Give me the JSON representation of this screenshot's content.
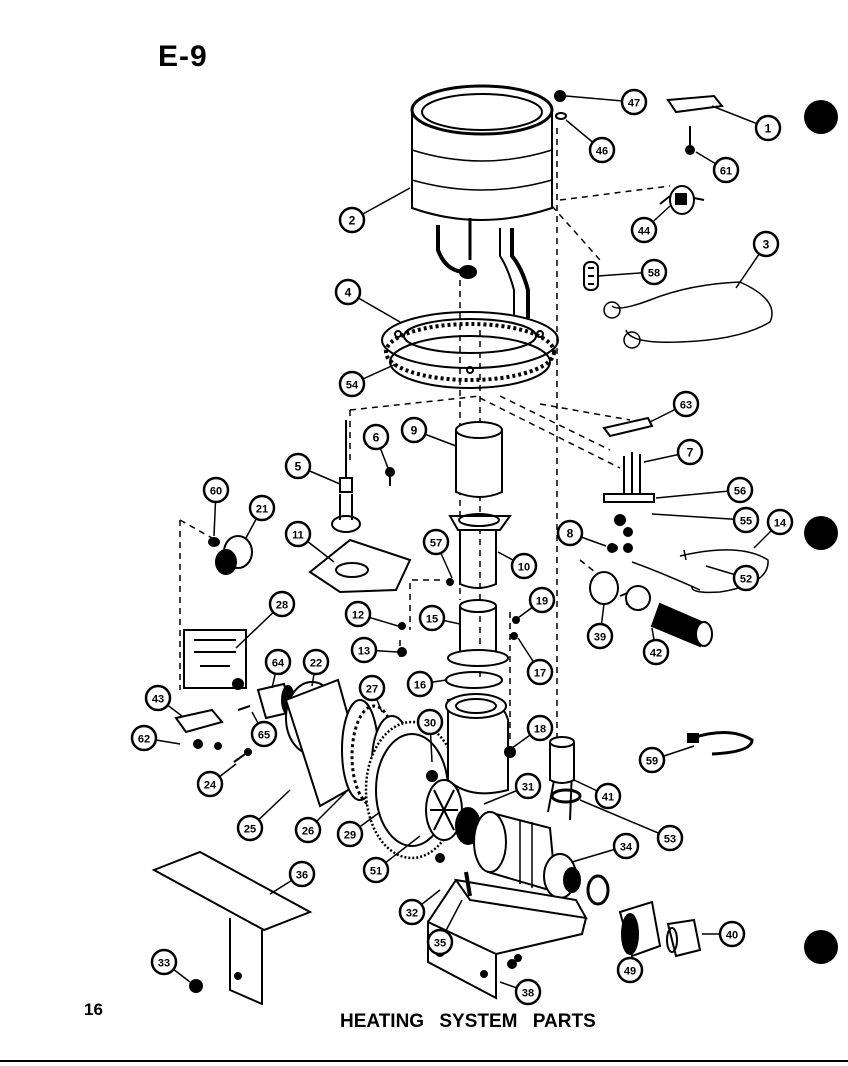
{
  "header": {
    "page_code": "E-9"
  },
  "footer": {
    "page_number": "16",
    "caption": "HEATING SYSTEM PARTS"
  },
  "callouts": [
    "1",
    "2",
    "3",
    "4",
    "5",
    "6",
    "7",
    "8",
    "9",
    "10",
    "11",
    "12",
    "13",
    "14",
    "15",
    "16",
    "17",
    "18",
    "19",
    "21",
    "22",
    "24",
    "25",
    "26",
    "27",
    "28",
    "29",
    "30",
    "31",
    "32",
    "33",
    "34",
    "35",
    "36",
    "38",
    "39",
    "40",
    "41",
    "42",
    "43",
    "44",
    "46",
    "47",
    "49",
    "51",
    "52",
    "53",
    "54",
    "55",
    "56",
    "57",
    "58",
    "59",
    "60",
    "61",
    "62",
    "63",
    "64",
    "65"
  ],
  "colors": {
    "ink": "#000000",
    "paper": "#ffffff"
  }
}
